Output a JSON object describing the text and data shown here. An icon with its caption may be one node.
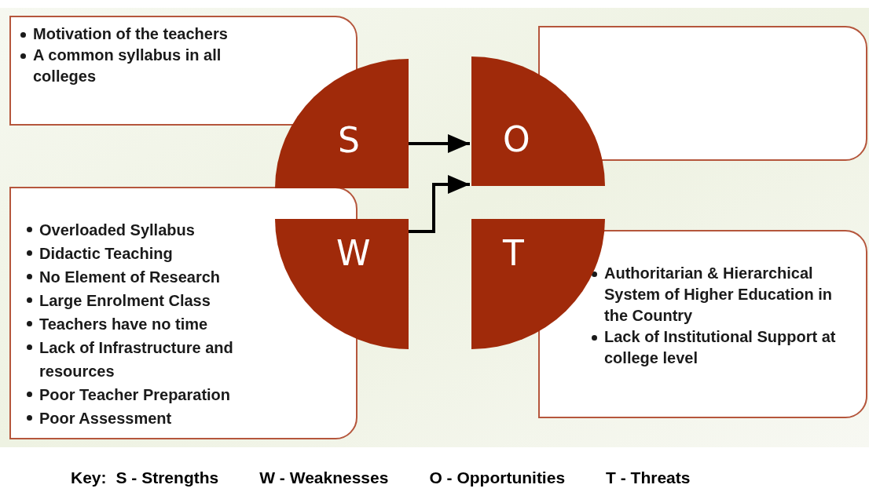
{
  "diagram": {
    "nodes": [
      {
        "text": [
          "Motivation of the teachers",
          "A common syllabus in all colleges"
        ]
      },
      {
        "text": [],
        "shape": "box"
      },
      {
        "text": [
          "Overloaded Syllabus",
          "Didactic Teaching",
          "No Element of Research",
          "Large Enrolment Class",
          "Teachers have no time",
          "Lack of Infrastructure and resources",
          "Poor Teacher Preparation",
          "Poor Assessment"
        ]
      },
      {
        "text": [
          "Authoritarian & Hierarchical System of Higher Education in the Country",
          "Lack of Institutional Support at college level"
        ]
      },
      {
        "text": [
          "S"
        ]
      },
      {
        "text": [
          "O"
        ]
      },
      {
        "text": [
          "W"
        ]
      },
      {
        "text": [
          "T"
        ]
      }
    ],
    "edges": [
      {
        "from": 4,
        "to": 5,
        "arrow": "to"
      },
      {
        "from": 6,
        "to": 5,
        "arrow": "to"
      }
    ],
    "labels": [
      "Key:"
    ],
    "legend": [
      {
        "text": "S - Strengths"
      },
      {
        "text": "W - Weaknesses"
      },
      {
        "text": "O - Opportunities"
      },
      {
        "text": "T - Threats"
      }
    ]
  }
}
